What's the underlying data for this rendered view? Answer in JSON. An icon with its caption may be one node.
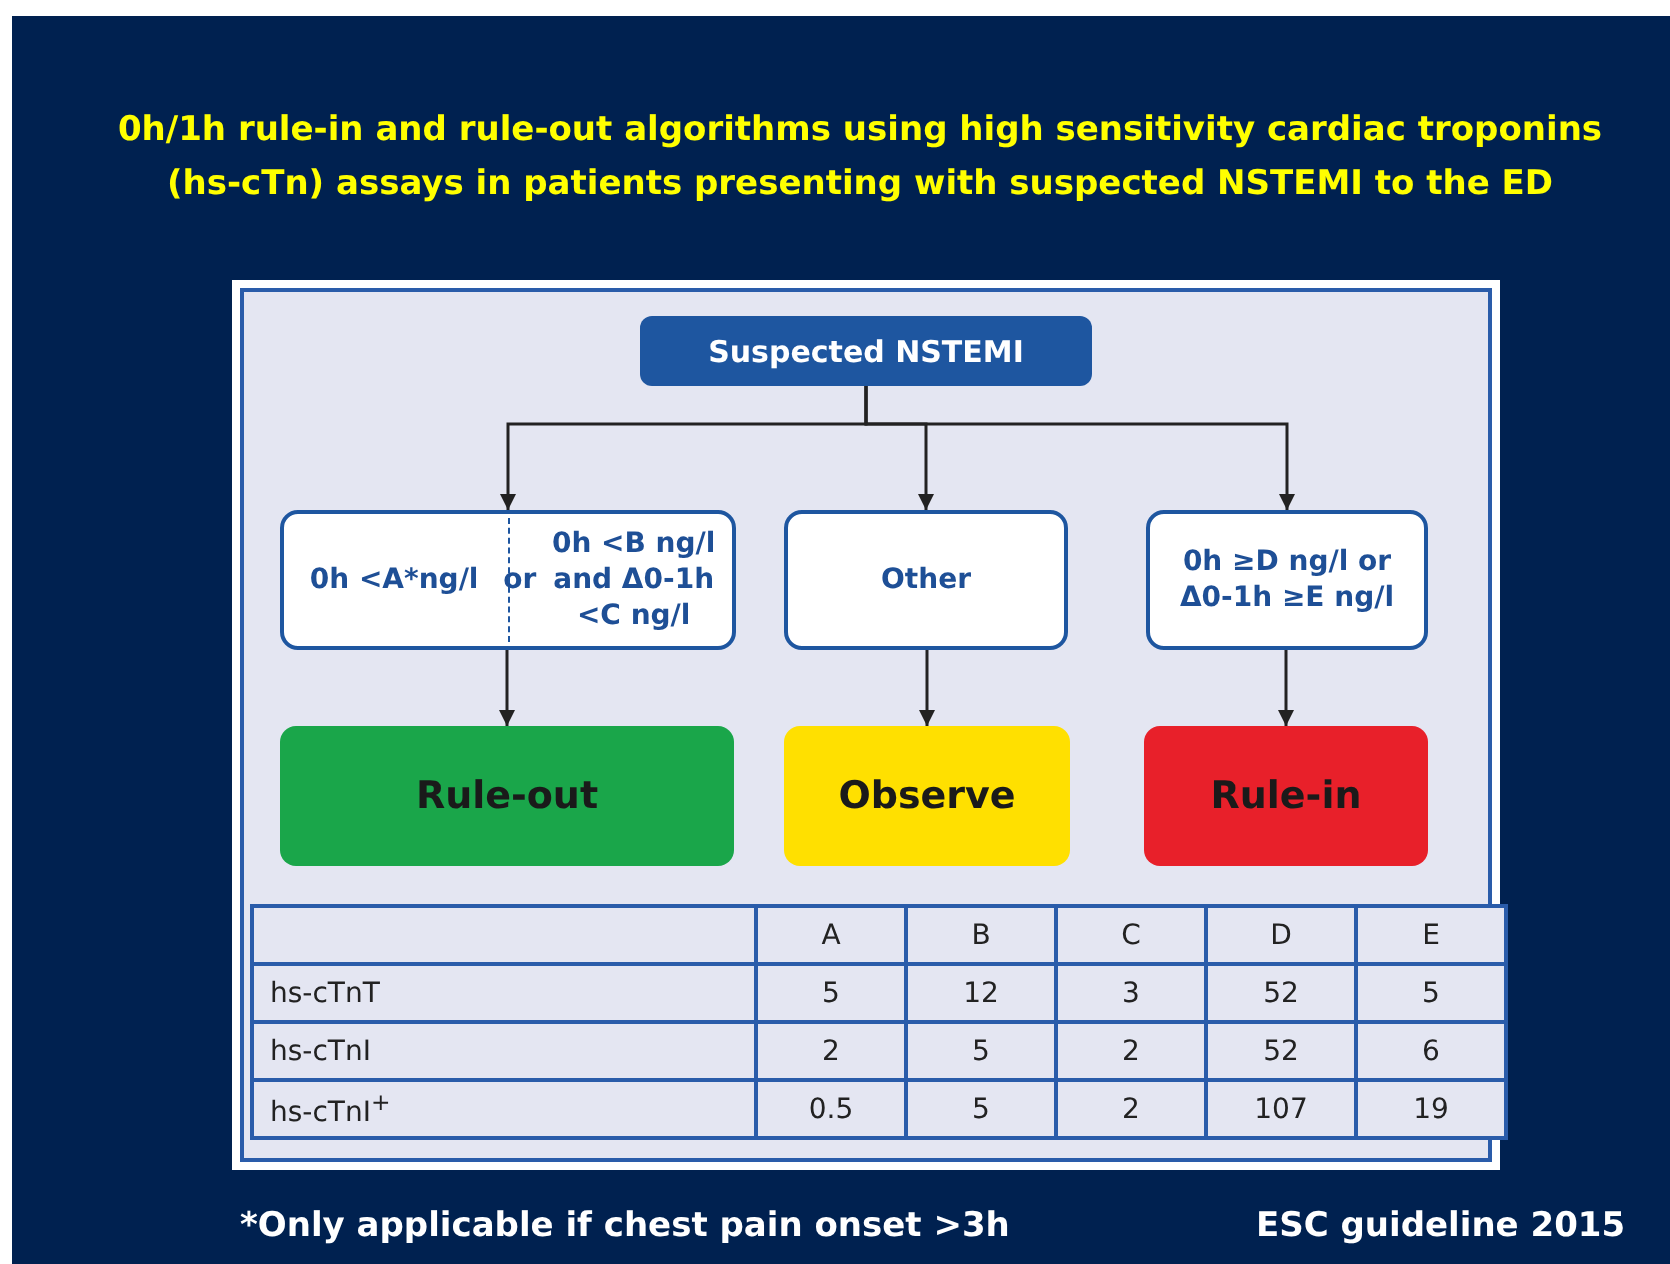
{
  "diagram": {
    "title": "0h/1h rule-in and rule-out algorithms using high sensitivity cardiac troponins (hs-cTn) assays in patients presenting with suspected NSTEMI to the ED",
    "nodes": [
      {
        "text": [
          "Suspected NSTEMI"
        ]
      },
      {
        "text": [
          "0h <A*ng/l",
          "or",
          "0h <B ng/l and Δ0-1h <C ng/l"
        ]
      },
      {
        "text": [
          "Other"
        ]
      },
      {
        "text": [
          "0h ≥D ng/l or Δ0-1h ≥E ng/l"
        ]
      },
      {
        "text": [
          "Rule-out"
        ]
      },
      {
        "text": [
          "Observe"
        ]
      },
      {
        "text": [
          "Rule-in"
        ]
      }
    ],
    "edges": [
      {
        "from": 0,
        "to": 1,
        "arrow": "to"
      },
      {
        "from": 0,
        "to": 2,
        "arrow": "to"
      },
      {
        "from": 0,
        "to": 3,
        "arrow": "to"
      },
      {
        "from": 1,
        "to": 4,
        "arrow": "to"
      },
      {
        "from": 2,
        "to": 5,
        "arrow": "to"
      },
      {
        "from": 3,
        "to": 6,
        "arrow": "to"
      }
    ],
    "labels": [
      "A",
      "B",
      "C",
      "D",
      "E",
      "hs-cTnT",
      "5",
      "12",
      "3",
      "52",
      "5",
      "hs-cTnI",
      "2",
      "5",
      "2",
      "52",
      "6",
      "hs-cTnI$^{+}$",
      "0.5",
      "5",
      "2",
      "107",
      "19",
      "*Only applicable if chest pain onset >3h",
      "ESC guideline 2015"
    ]
  }
}
